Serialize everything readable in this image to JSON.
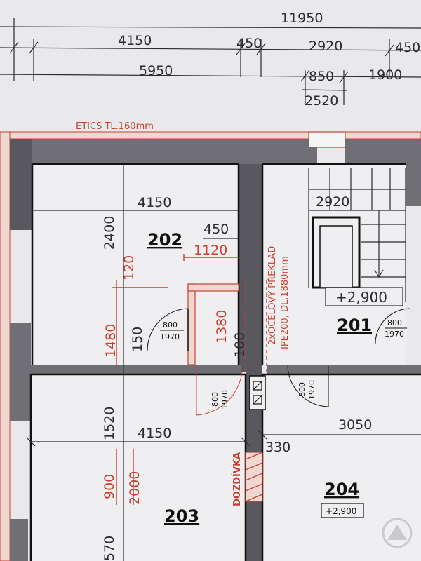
{
  "top_dimensions": {
    "overall": "11950",
    "row2": {
      "a": "4150",
      "b": "450",
      "c": "2920",
      "d": "450"
    },
    "row3": {
      "a": "5950",
      "b": "850",
      "c": "1900",
      "d": "2520"
    }
  },
  "facade_note": "ETICS  TL.160mm",
  "rooms": {
    "r202": {
      "number": "202",
      "width": "4150",
      "depth": "2400",
      "wall_offset": "450",
      "opening": "1120",
      "lintel": "120"
    },
    "r201": {
      "number": "201",
      "stair_width": "2920",
      "level": "+2,900"
    },
    "r203": {
      "number": "203",
      "width": "4150",
      "depth_upper": "1520",
      "depth_lower": "570"
    },
    "r204": {
      "number": "204",
      "width": "3050",
      "offset": "330",
      "level": "+2,900"
    }
  },
  "vertical_dims": {
    "d1480": "1480",
    "d150": "150",
    "d1380": "1380",
    "d100": "100",
    "d900": "900",
    "d2000": "2000"
  },
  "doors": {
    "d202": {
      "w": "800",
      "h": "1970"
    },
    "d201": {
      "w": "800",
      "h": "1970"
    },
    "d_corr": {
      "w": "800",
      "h": "1970"
    },
    "d204": {
      "w": "800",
      "h": "1970"
    }
  },
  "lintel_note": {
    "line1": "2xOCELOVÝ  PŘEKLAD",
    "line2": "IPE200, DL.1880mm"
  },
  "chimney_label": "DOZDÍVKA",
  "colors": {
    "paper": "#e9e9ec",
    "wall": "#6f6f75",
    "annotation_red": "#c8412f",
    "ink": "#2b2b30"
  }
}
